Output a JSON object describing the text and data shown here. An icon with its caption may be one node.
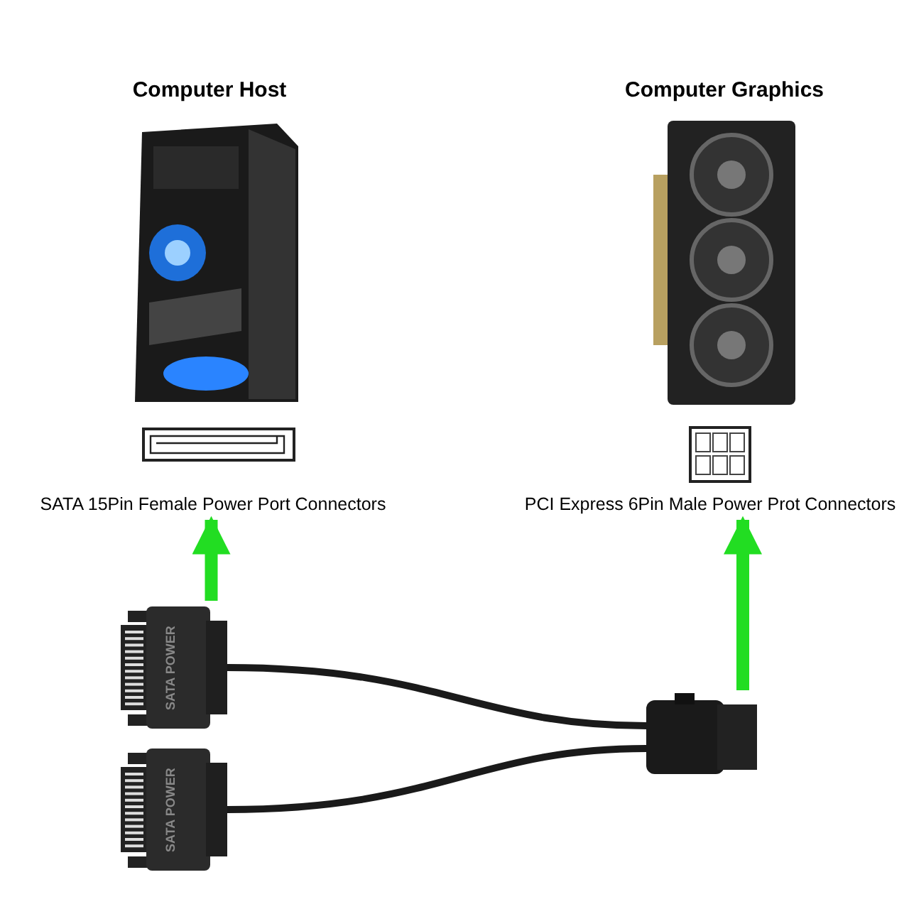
{
  "diagram": {
    "nodes": [
      {
        "text": [
          "Computer Host"
        ]
      },
      {
        "text": [
          "Computer Graphics"
        ]
      },
      {
        "text": [
          "SATA 15Pin Female Power Port Connectors"
        ]
      },
      {
        "text": [
          "PCI Express 6Pin Male Power Prot Connectors"
        ]
      },
      {
        "text": [
          "SATA POWER"
        ]
      },
      {
        "text": [
          "SATA POWER"
        ]
      },
      {
        "text": [],
        "shape": "box"
      }
    ],
    "edges": [
      {
        "from": 4,
        "to": 2,
        "arrow": "to",
        "style": "thick",
        "color": "#22dd22"
      },
      {
        "from": 6,
        "to": 3,
        "arrow": "to",
        "style": "thick",
        "color": "#22dd22"
      },
      {
        "from": 4,
        "to": 6,
        "arrow": "none",
        "color": "#1a1a1a"
      },
      {
        "from": 5,
        "to": 6,
        "arrow": "none",
        "color": "#1a1a1a"
      }
    ]
  }
}
